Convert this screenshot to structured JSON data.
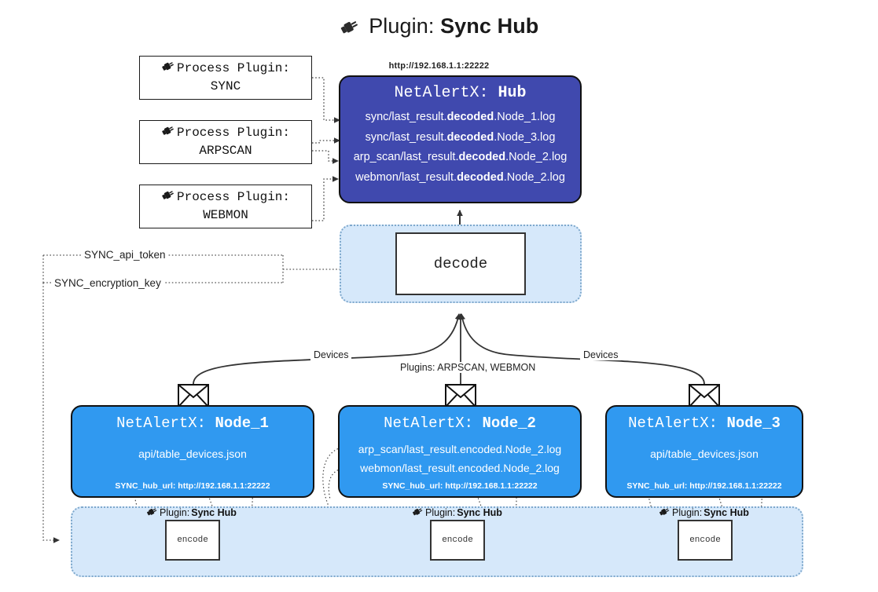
{
  "title": {
    "icon": "plug-icon",
    "label": "Plugin:",
    "value": "Sync Hub"
  },
  "process_plugins": [
    {
      "icon": "plug-icon",
      "label": "Process Plugin:",
      "value": "SYNC"
    },
    {
      "icon": "plug-icon",
      "label": "Process Plugin:",
      "value": "ARPSCAN"
    },
    {
      "icon": "plug-icon",
      "label": "Process Plugin:",
      "value": "WEBMON"
    }
  ],
  "hub": {
    "url": "http://192.168.1.1:22222",
    "prefix": "NetAlertX:",
    "name": "Hub",
    "logs": [
      {
        "pre": "sync/last_result.",
        "em": "decoded",
        "post": ".Node_1.log"
      },
      {
        "pre": "sync/last_result.",
        "em": "decoded",
        "post": ".Node_3.log"
      },
      {
        "pre": "arp_scan/last_result.",
        "em": "decoded",
        "post": ".Node_2.log"
      },
      {
        "pre": "webmon/last_result.",
        "em": "decoded",
        "post": ".Node_2.log"
      }
    ]
  },
  "decode": {
    "label": "decode"
  },
  "secrets": {
    "api_token": "SYNC_api_token",
    "encryption_key": "SYNC_encryption_key"
  },
  "edge_labels": {
    "devices_left": "Devices",
    "devices_right": "Devices",
    "plugins": "Plugins: ARPSCAN, WEBMON"
  },
  "nodes": [
    {
      "prefix": "NetAlertX:",
      "name": "Node_1",
      "lines": [
        "api/table_devices.json"
      ],
      "footer": "SYNC_hub_url: http://192.168.1.1:22222",
      "envelope": "envelope-icon"
    },
    {
      "prefix": "NetAlertX:",
      "name": "Node_2",
      "lines": [
        "arp_scan/last_result.encoded.Node_2.log",
        "webmon/last_result.encoded.Node_2.log"
      ],
      "footer": "SYNC_hub_url: http://192.168.1.1:22222",
      "envelope": "envelope-icon"
    },
    {
      "prefix": "NetAlertX:",
      "name": "Node_3",
      "lines": [
        "api/table_devices.json"
      ],
      "footer": "SYNC_hub_url: http://192.168.1.1:22222",
      "envelope": "envelope-icon"
    }
  ],
  "encoders": [
    {
      "cap_label": "Plugin:",
      "cap_value": "Sync Hub",
      "box_label": "encode",
      "icon": "plug-icon"
    },
    {
      "cap_label": "Plugin:",
      "cap_value": "Sync Hub",
      "box_label": "encode",
      "icon": "plug-icon"
    },
    {
      "cap_label": "Plugin:",
      "cap_value": "Sync Hub",
      "box_label": "encode",
      "icon": "plug-icon"
    }
  ],
  "colors": {
    "hub": "#4049ae",
    "node": "#3099f0",
    "container": "#d6e8fa",
    "container_border": "#7ea8cc",
    "stroke": "#333333",
    "background": "#ffffff"
  }
}
